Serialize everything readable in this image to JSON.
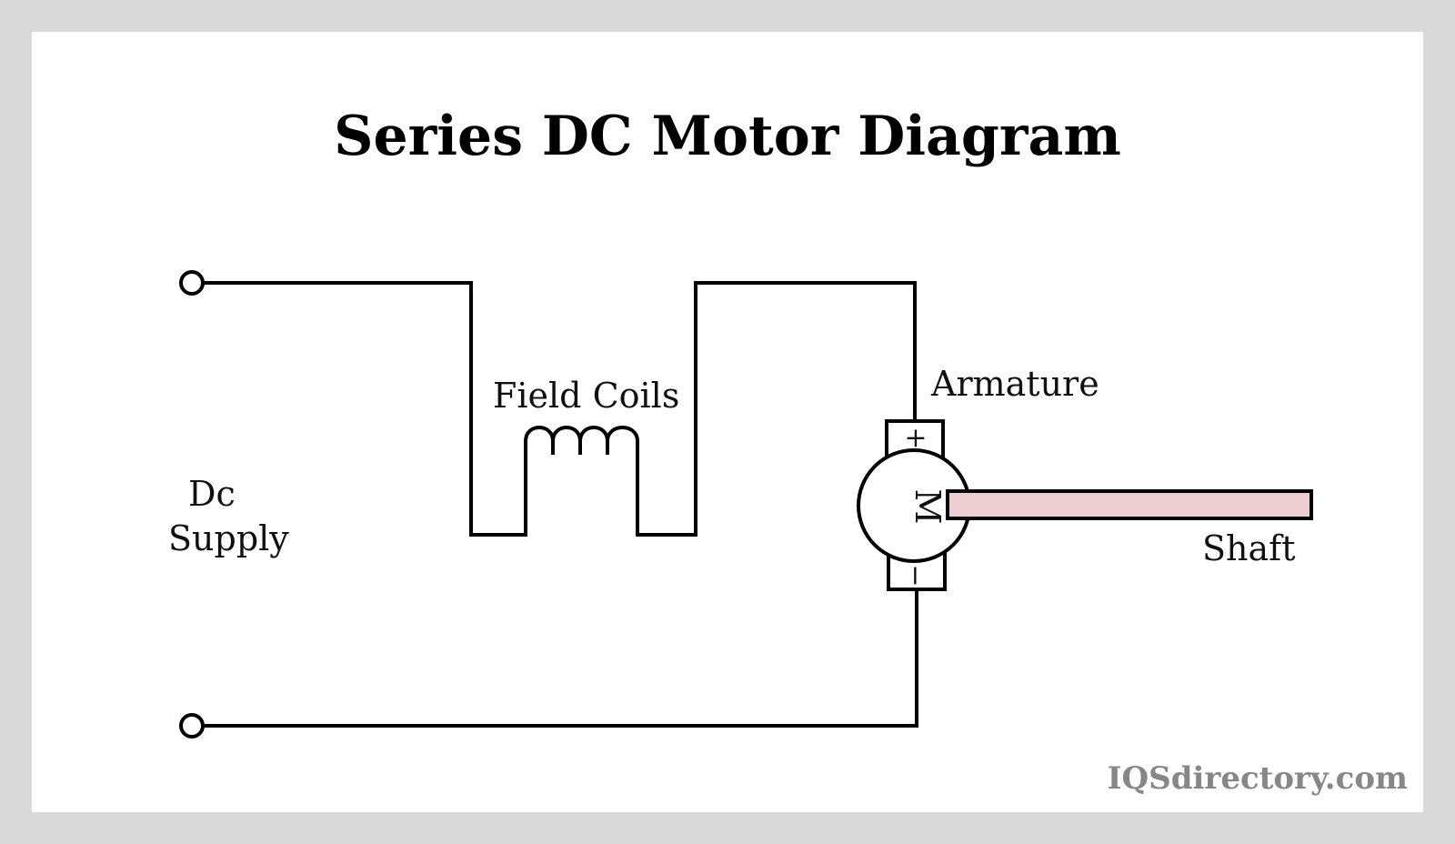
{
  "title": "Series DC Motor Diagram",
  "labels": {
    "supply_line1": "Dc",
    "supply_line2": "Supply",
    "field_coils": "Field Coils",
    "armature": "Armature",
    "shaft": "Shaft",
    "motor_symbol": "M",
    "positive": "+",
    "negative": "−"
  },
  "watermark": "IQSdirectory.com",
  "colors": {
    "frame": "#d9d9d9",
    "background": "#ffffff",
    "wire": "#000000",
    "shaft_fill": "#eccdd1",
    "watermark": "#878787"
  }
}
